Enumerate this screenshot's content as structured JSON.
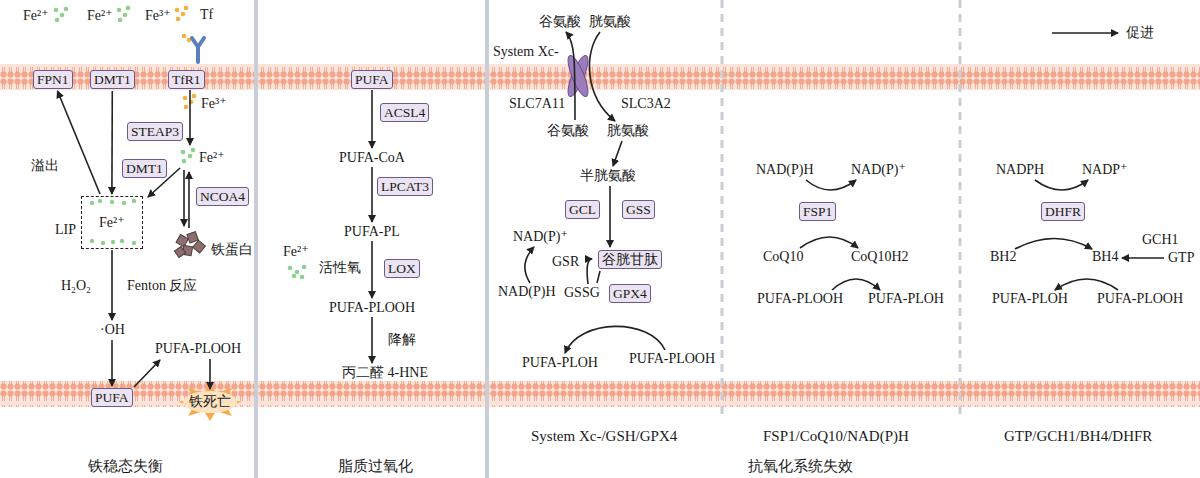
{
  "diagram": {
    "nodes": [
      {
        "text": [
          "FPN1"
        ]
      },
      {
        "text": [
          "DMT1"
        ]
      },
      {
        "text": [
          "TfR1"
        ]
      },
      {
        "text": [
          "STEAP3"
        ]
      },
      {
        "text": [
          "LIP",
          "Fe²⁺"
        ]
      },
      {
        "text": [
          "DMT1"
        ]
      },
      {
        "text": [
          "NCOA4"
        ]
      },
      {
        "text": [
          "PUFA"
        ]
      },
      {
        "text": [
          "PUFA"
        ]
      },
      {
        "text": [
          "ACSL4"
        ]
      },
      {
        "text": [
          "LPCAT3"
        ]
      },
      {
        "text": [
          "LOX"
        ]
      },
      {
        "text": [
          "GCL"
        ]
      },
      {
        "text": [
          "GSS"
        ]
      },
      {
        "text": [
          "谷胱甘肽"
        ]
      },
      {
        "text": [
          "GPX4"
        ]
      },
      {
        "text": [
          "FSP1"
        ]
      },
      {
        "text": [
          "DHFR"
        ]
      }
    ],
    "edges": [
      {
        "from": 4,
        "to": 0,
        "arrow": "to"
      },
      {
        "from": 1,
        "to": 4,
        "arrow": "to"
      }
    ],
    "labels": [
      "Fe²⁺",
      "Fe²⁺",
      "Fe³⁺",
      "Tf",
      "Fe³⁺",
      "Fe²⁺",
      "溢出",
      "铁蛋白",
      "H₂O₂",
      "Fenton 反应",
      "·OH",
      "PUFA-PLOOH",
      "铁死亡",
      "铁稳态失衡",
      "PUFA-CoA",
      "PUFA-PL",
      "Fe²⁺",
      "活性氧",
      "PUFA-PLOOH",
      "降解",
      "丙二醛 4-HNE",
      "脂质过氧化",
      "谷氨酸",
      "胱氨酸",
      "System Xc-",
      "SLC7A11",
      "SLC3A2",
      "谷氨酸",
      "胱氨酸",
      "半胱氨酸",
      "NAD(P)⁺",
      "GSR",
      "NAD(P)H",
      "GSSG",
      "PUFA-PLOH",
      "PUFA-PLOOH",
      "System Xc-/GSH/GPX4",
      "NAD(P)H",
      "NAD(P)⁺",
      "CoQ10",
      "CoQ10H2",
      "PUFA-PLOOH",
      "PUFA-PLOH",
      "FSP1/CoQ10/NAD(P)H",
      "抗氧化系统失效",
      "NADPH",
      "NADP⁺",
      "BH2",
      "BH4",
      "GCH1",
      "GTP",
      "PUFA-PLOH",
      "PUFA-PLOOH",
      "GTP/GCH1/BH4/DHFR"
    ],
    "legend": [
      {
        "text": "促进"
      }
    ]
  }
}
